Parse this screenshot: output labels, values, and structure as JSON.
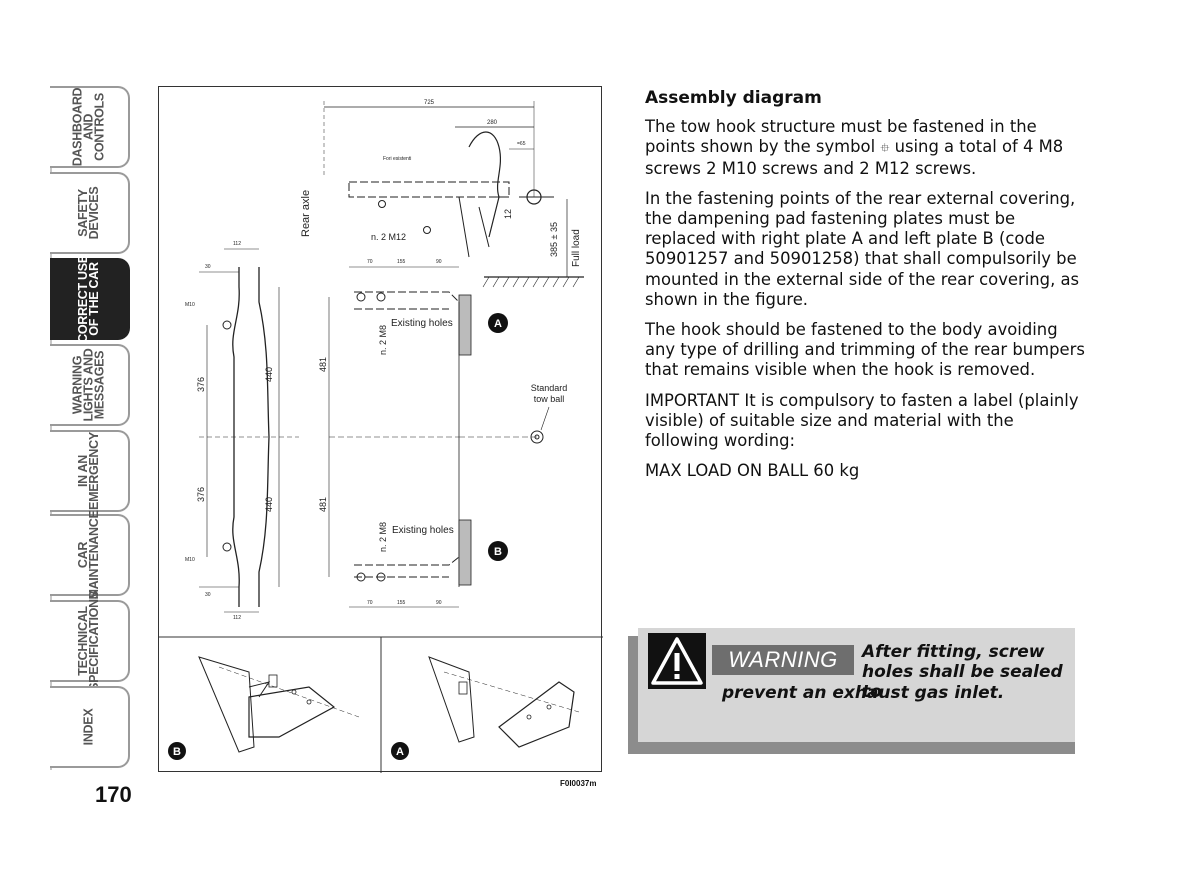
{
  "nav_tabs": [
    {
      "label": "DASHBOARD\nAND\nCONTROLS",
      "active": false
    },
    {
      "label": "SAFETY\nDEVICES",
      "active": false
    },
    {
      "label": "CORRECT USE\nOF THE CAR",
      "active": true
    },
    {
      "label": "WARNING\nLIGHTS AND\nMESSAGES",
      "active": false
    },
    {
      "label": "IN AN\nEMERGENCY",
      "active": false
    },
    {
      "label": "CAR\nMAINTENANCE",
      "active": false
    },
    {
      "label": "TECHNICAL\nSPECIFICATIONS",
      "active": false
    },
    {
      "label": "INDEX",
      "active": false
    }
  ],
  "page_number": "170",
  "figure": {
    "code": "F0I0037m",
    "labels": {
      "dim_725": "725",
      "dim_280": "280",
      "dim_65": "=65",
      "fori_esistenti": "Fori esistenti",
      "rear_axle": "Rear axle",
      "n2_m12": "n. 2 M12",
      "dim_12": "12",
      "dim_385": "385 ± 35",
      "full_load": "Full load",
      "dim_112_top": "112",
      "dim_30_top": "30",
      "m10_top": "M10",
      "dim_376_top": "376",
      "dim_440_top": "440",
      "dim_376_bot": "376",
      "dim_440_bot": "440",
      "m10_bot": "M10",
      "dim_30_bot": "30",
      "dim_112_bot": "112",
      "dim_70_top": "70",
      "dim_155_top": "155",
      "dim_90_top": "90",
      "n2_m8_top": "n. 2 M8",
      "existing_holes_top": "Existing holes",
      "dim_481_top": "481",
      "dim_481_bot": "481",
      "standard_tow_ball": "Standard\ntow ball",
      "n2_m8_bot": "n. 2 M8",
      "existing_holes_bot": "Existing holes",
      "dim_70_bot": "70",
      "dim_155_bot": "155",
      "dim_90_bot": "90",
      "marker_a": "A",
      "marker_b": "B"
    }
  },
  "content": {
    "heading": "Assembly diagram",
    "p1_before": "The tow hook structure must be fastened in the points shown by the symbol ",
    "p1_symbol": "⯐",
    "p1_after": " using a total of 4 M8 screws 2 M10 screws and 2 M12 screws.",
    "p2": "In the fastening points of the rear external covering, the dampening pad fastening plates must be replaced with right plate A and left plate B  (code 50901257 and 50901258) that shall compulsorily be mounted in the external side of the rear covering, as shown in the figure.",
    "p3": "The hook should be fastened to the body avoiding any type of drilling and trimming of the rear bumpers that remains visible when the hook is removed.",
    "p4": "IMPORTANT It is compulsory to fasten a label (plainly visible) of suitable size and material with the following wording:",
    "p5": "MAX LOAD ON BALL 60 kg"
  },
  "warning": {
    "banner": "WARNING",
    "text_line1": "After fitting, screw holes shall be sealed to",
    "text_line2": "prevent an exhaust gas inlet.",
    "icon": "warning-triangle-icon"
  }
}
